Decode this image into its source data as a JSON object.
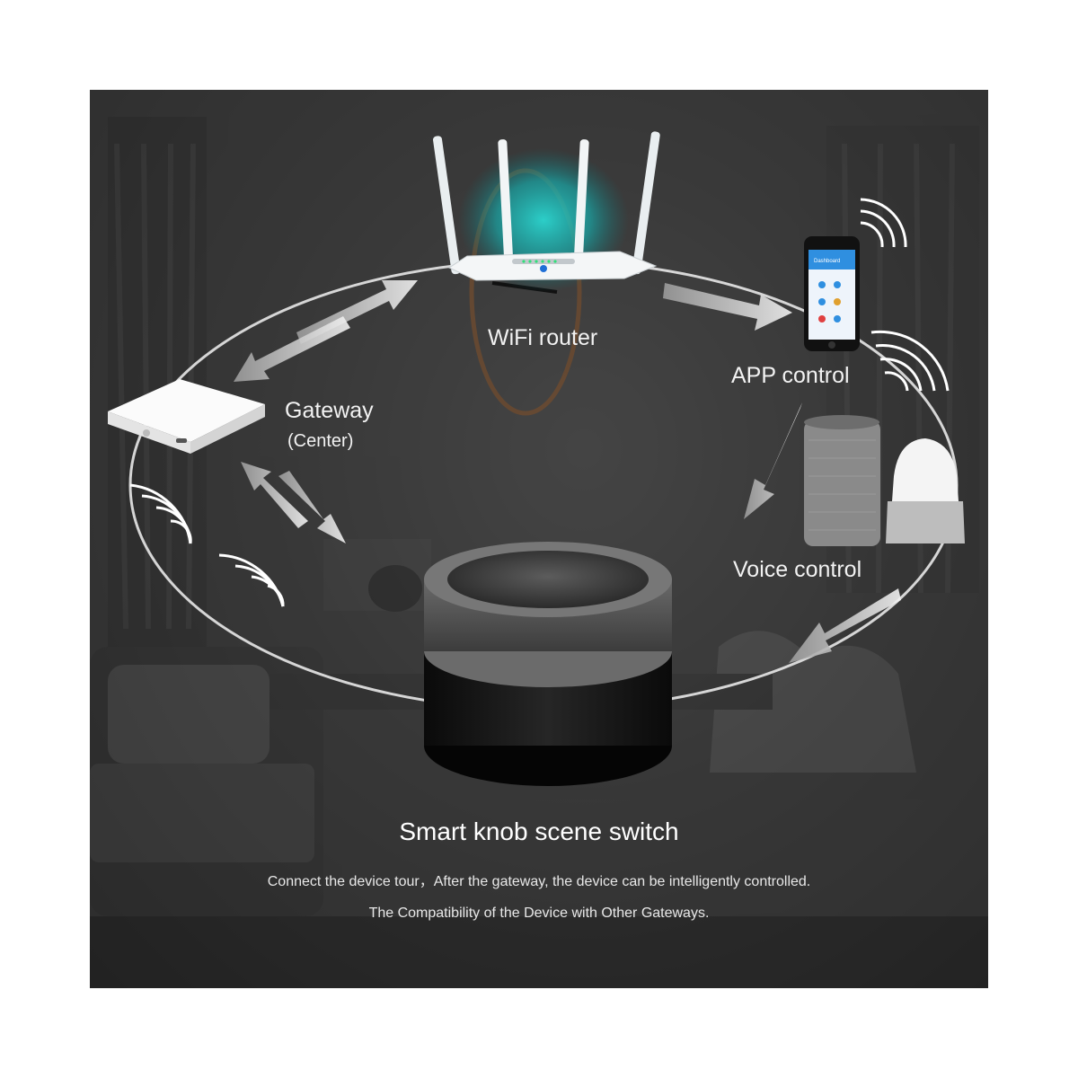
{
  "labels": {
    "router": "WiFi router",
    "app": "APP control",
    "gateway": "Gateway",
    "gateway_sub": "(Center)",
    "voice": "Voice control"
  },
  "product": {
    "title": "Smart knob scene switch",
    "caption_1": "Connect the device tour，After the gateway, the device can be intelligently controlled.",
    "caption_2": "The Compatibility of the Device with Other Gateways."
  },
  "phone_screen": {
    "header": "Dashboard"
  },
  "colors": {
    "background": "#3e3e3e",
    "router_glow": "#2bd6d0",
    "text": "#f2f2f2",
    "phone_screen": "#2f8fe0"
  }
}
